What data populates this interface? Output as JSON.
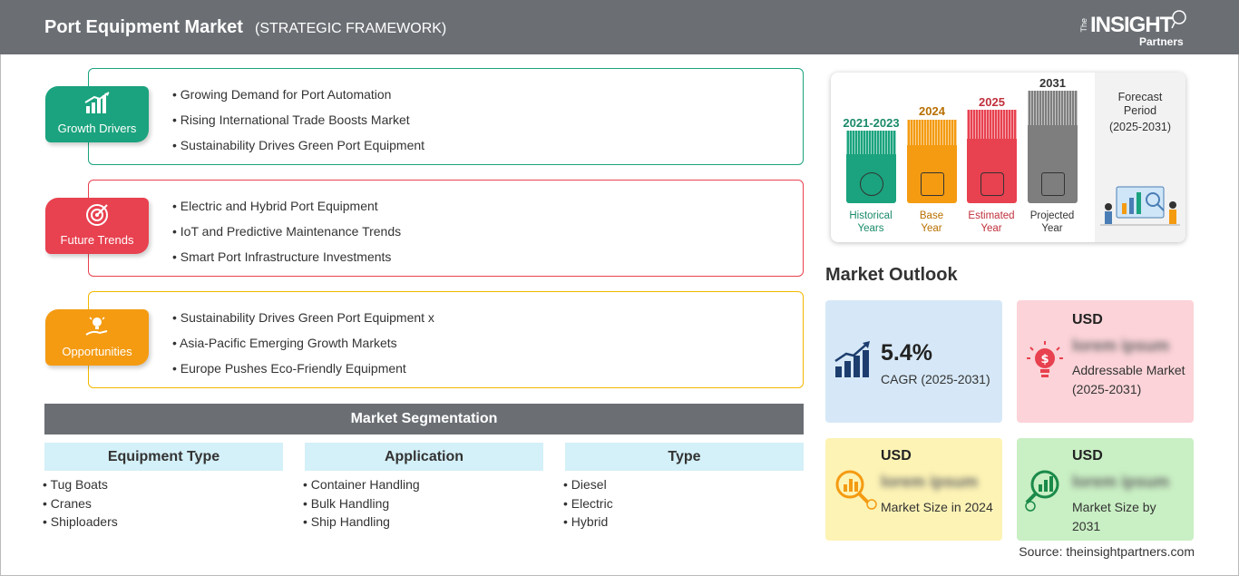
{
  "header": {
    "title": "Port Equipment Market",
    "subtitle": "(STRATEGIC FRAMEWORK)",
    "logo": {
      "the": "The",
      "insight": "INSIGHT",
      "partners": "Partners"
    }
  },
  "categories": [
    {
      "label": "Growth Drivers",
      "color": "#1aa37e",
      "icon": "bar-chart-up-icon",
      "items": [
        "Growing Demand for Port Automation",
        "Rising International Trade Boosts Market",
        "Sustainability Drives Green Port Equipment"
      ]
    },
    {
      "label": "Future Trends",
      "color": "#e8414f",
      "icon": "target-icon",
      "items": [
        "Electric and Hybrid Port Equipment",
        "IoT and Predictive Maintenance Trends",
        "Smart Port Infrastructure Investments"
      ]
    },
    {
      "label": "Opportunities",
      "color": "#f49b12",
      "icon": "lightbulb-hand-icon",
      "items": [
        "Sustainability Drives Green Port Equipment x",
        "Asia-Pacific Emerging Growth Markets",
        "Europe Pushes Eco-Friendly Equipment"
      ]
    }
  ],
  "segmentation": {
    "title": "Market Segmentation",
    "columns": [
      {
        "heading": "Equipment Type",
        "items": [
          "Tug Boats",
          "Cranes",
          "Shiploaders"
        ]
      },
      {
        "heading": "Application",
        "items": [
          "Container Handling",
          "Bulk Handling",
          "Ship Handling"
        ]
      },
      {
        "heading": "Type",
        "items": [
          "Diesel",
          "Electric",
          "Hybrid"
        ]
      }
    ]
  },
  "timeline": {
    "columns": [
      {
        "year": "2021-2023",
        "label_line1": "Historical",
        "label_line2": "Years",
        "color": "#1aa37e",
        "year_color": "#1a8a6a",
        "icon": "history-clock-icon"
      },
      {
        "year": "2024",
        "label_line1": "Base",
        "label_line2": "Year",
        "color": "#f49b12",
        "year_color": "#b86f00",
        "icon": "calendar-icon"
      },
      {
        "year": "2025",
        "label_line1": "Estimated",
        "label_line2": "Year",
        "color": "#e8414f",
        "year_color": "#c0303c",
        "icon": "gear-chart-icon"
      },
      {
        "year": "2031",
        "label_line1": "Projected",
        "label_line2": "Year",
        "color": "#7e7e7e",
        "year_color": "#333333",
        "icon": "presentation-icon"
      }
    ],
    "forecast": {
      "line1": "Forecast",
      "line2": "Period",
      "range": "(2025-2031)"
    }
  },
  "outlook": {
    "title": "Market Outlook",
    "cards": [
      {
        "color": "#d6e8f7",
        "big": "5.4%",
        "desc": "CAGR (2025-2031)",
        "icon": "growth-chart-icon"
      },
      {
        "color": "#fbd3d8",
        "usd": "USD",
        "value": "lorem ipsum",
        "desc": "Addressable Market (2025-2031)",
        "icon": "dollar-bulb-icon"
      },
      {
        "color": "#fdf3b5",
        "usd": "USD",
        "value": "lorem ipsum",
        "desc": "Market Size in 2024",
        "icon": "magnifier-chart-icon"
      },
      {
        "color": "#c9efc4",
        "usd": "USD",
        "value": "lorem ipsum",
        "desc": "Market Size by 2031",
        "icon": "magnifier-growth-icon"
      }
    ]
  },
  "source": "Source: theinsightpartners.com"
}
